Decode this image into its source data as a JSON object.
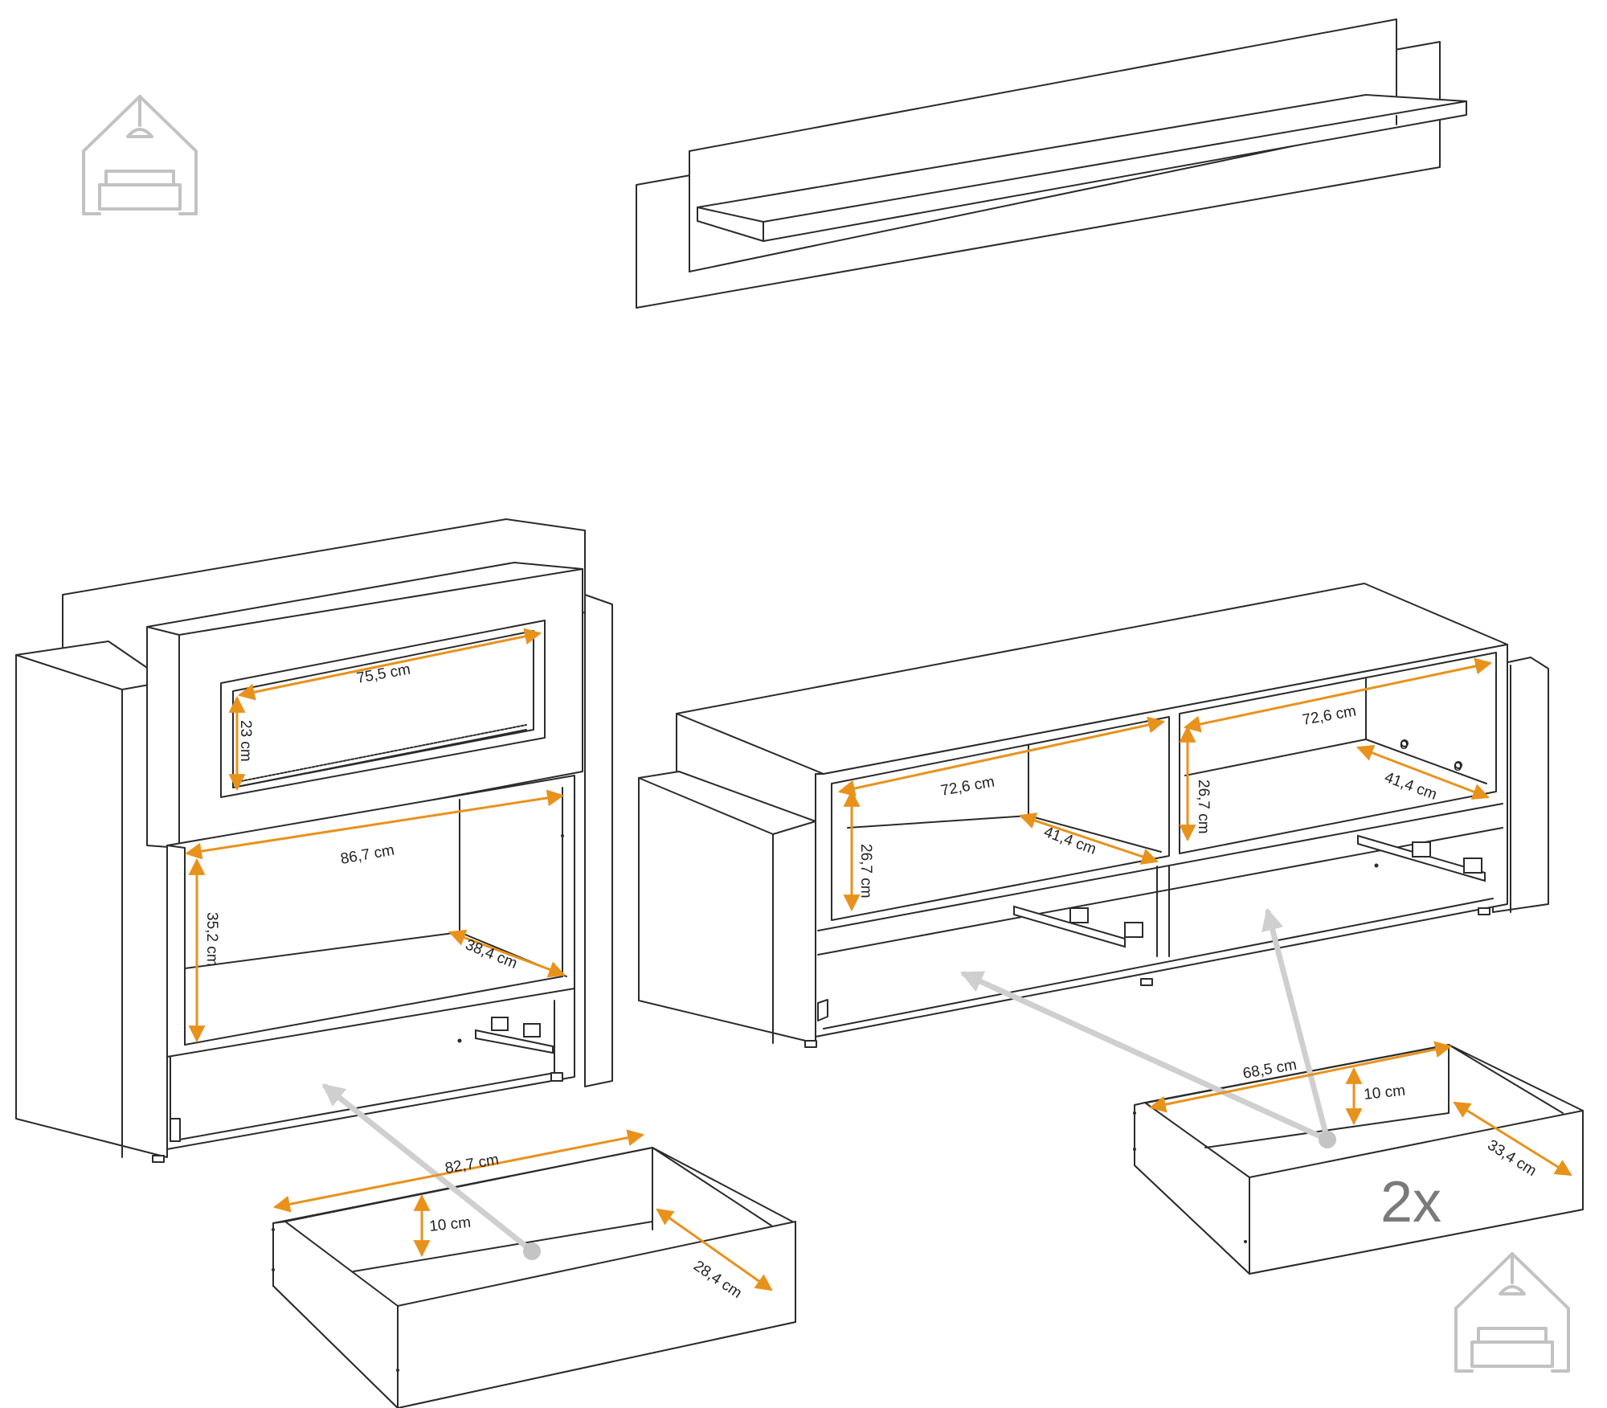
{
  "dimensions": {
    "fireplace_window_width": "75,5 cm",
    "fireplace_window_height": "23 cm",
    "left_niche_width": "86,7 cm",
    "left_niche_height": "35,2 cm",
    "left_niche_depth": "38,4 cm",
    "tv_left_niche_width": "72,6 cm",
    "tv_left_niche_height": "26,7 cm",
    "tv_left_niche_depth": "41,4 cm",
    "tv_right_niche_width": "72,6 cm",
    "tv_right_niche_height": "26,7 cm",
    "tv_right_niche_depth": "41,4 cm",
    "left_drawer_width": "82,7 cm",
    "left_drawer_height": "10 cm",
    "left_drawer_depth": "28,4 cm",
    "right_drawer_width": "68,5 cm",
    "right_drawer_height": "10 cm",
    "right_drawer_depth": "33,4 cm"
  },
  "quantity": "2x",
  "screw_marks": [
    "o",
    "o"
  ],
  "colors": {
    "outline": "#2b2b2b",
    "dimension": "#e8921c",
    "pointer": "#cfcfcf",
    "logo": "#c2c2c2",
    "quantity": "#7a7a7a"
  },
  "icons": {
    "logo_top_left": "house-sofa-icon",
    "logo_bottom_right": "house-sofa-icon"
  }
}
